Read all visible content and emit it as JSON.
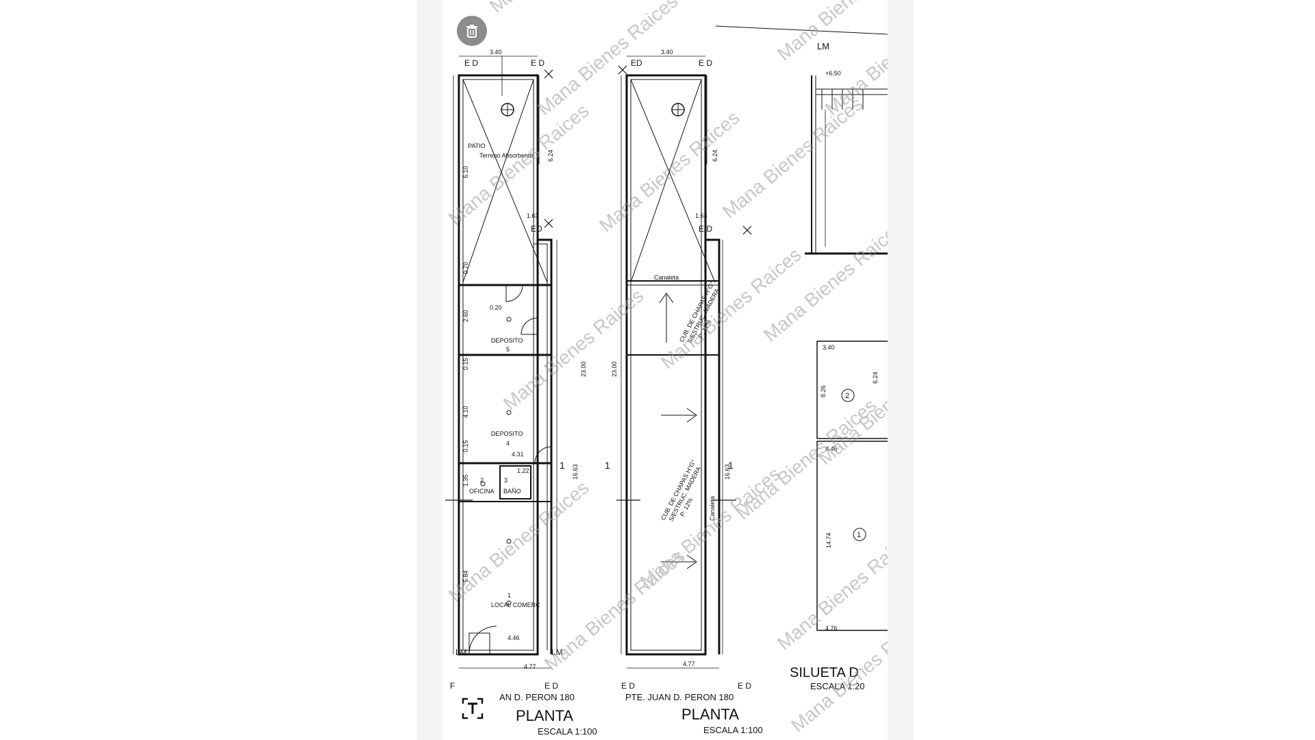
{
  "toolbar": {
    "delete_icon": "trash-icon",
    "text_tool_icon": "text-tool-icon"
  },
  "watermark": "Mana Bienes Raices",
  "plan_left": {
    "room_patio": "PATIO",
    "room_patio_sub": "Terreno Absorbente",
    "room_deposito5": "DEPOSITO",
    "room_deposito5_num": "5",
    "room_deposito4": "DEPOSITO",
    "room_deposito4_num": "4",
    "room_oficina": "OFICINA",
    "room_oficina_num": "2",
    "room_bano": "BAÑO",
    "room_bano_num": "3",
    "room_local": "LOCAL COMERC",
    "room_local_num": "1",
    "dim_top": "3.40",
    "dim_patio_len": "6.10",
    "dim_patio_right": "6.24",
    "dim_163": "1.63",
    "dim_070": "0.70",
    "dim_020": "0.20",
    "dim_260": "2.60",
    "dim_015a": "0.15",
    "dim_410": "4.10",
    "dim_015b": "0.15",
    "dim_431": "4.31",
    "dim_135": "1.35",
    "dim_122": "1.22",
    "dim_584": "5.84",
    "dim_446": "4.46",
    "dim_477": "4.77",
    "dim_2300": "23.00",
    "dim_1663": "16.63",
    "label_ed": "E D",
    "label_ed_short": "ED",
    "label_lm": "LM",
    "label_f": "F",
    "label_1": "1",
    "address": "AN D. PERON 180",
    "title": "PLANTA",
    "scale": "ESCALA 1:100"
  },
  "plan_middle": {
    "dim_top": "3.40",
    "dim_right": "6.24",
    "dim_163": "1.63",
    "canaleta": "Canaleta",
    "roof1_line1": "CUB. DE CHAPAS H°G°",
    "roof1_line2": "S/ESTRUC. MADERA",
    "roof1_line3": "P: 12%",
    "roof2_line1": "CUB. DE CHAPAS H°G°",
    "roof2_line2": "S/ESTRUC. MADERA",
    "roof2_line3": "P: 12%",
    "canaleta_v": "Canaleta",
    "dim_2300": "23.00",
    "dim_1663": "16.63",
    "dim_477": "4.77",
    "label_ed": "E D",
    "label_ed_short": "ED",
    "label_1": "1",
    "address": "PTE. JUAN D. PERON 180",
    "title": "PLANTA",
    "scale": "ESCALA 1:100"
  },
  "plan_right": {
    "label_lm": "LM",
    "dim_650": "+6.50",
    "dim_340": "3.40",
    "dim_826": "8.26",
    "dim_624": "6.24",
    "num_2": "2",
    "dim_446": "4.46",
    "dim_1474": "14.74",
    "num_1": "1",
    "dim_476": "4.76",
    "title": "SILUETA D",
    "scale": "ESCALA 1:20"
  }
}
